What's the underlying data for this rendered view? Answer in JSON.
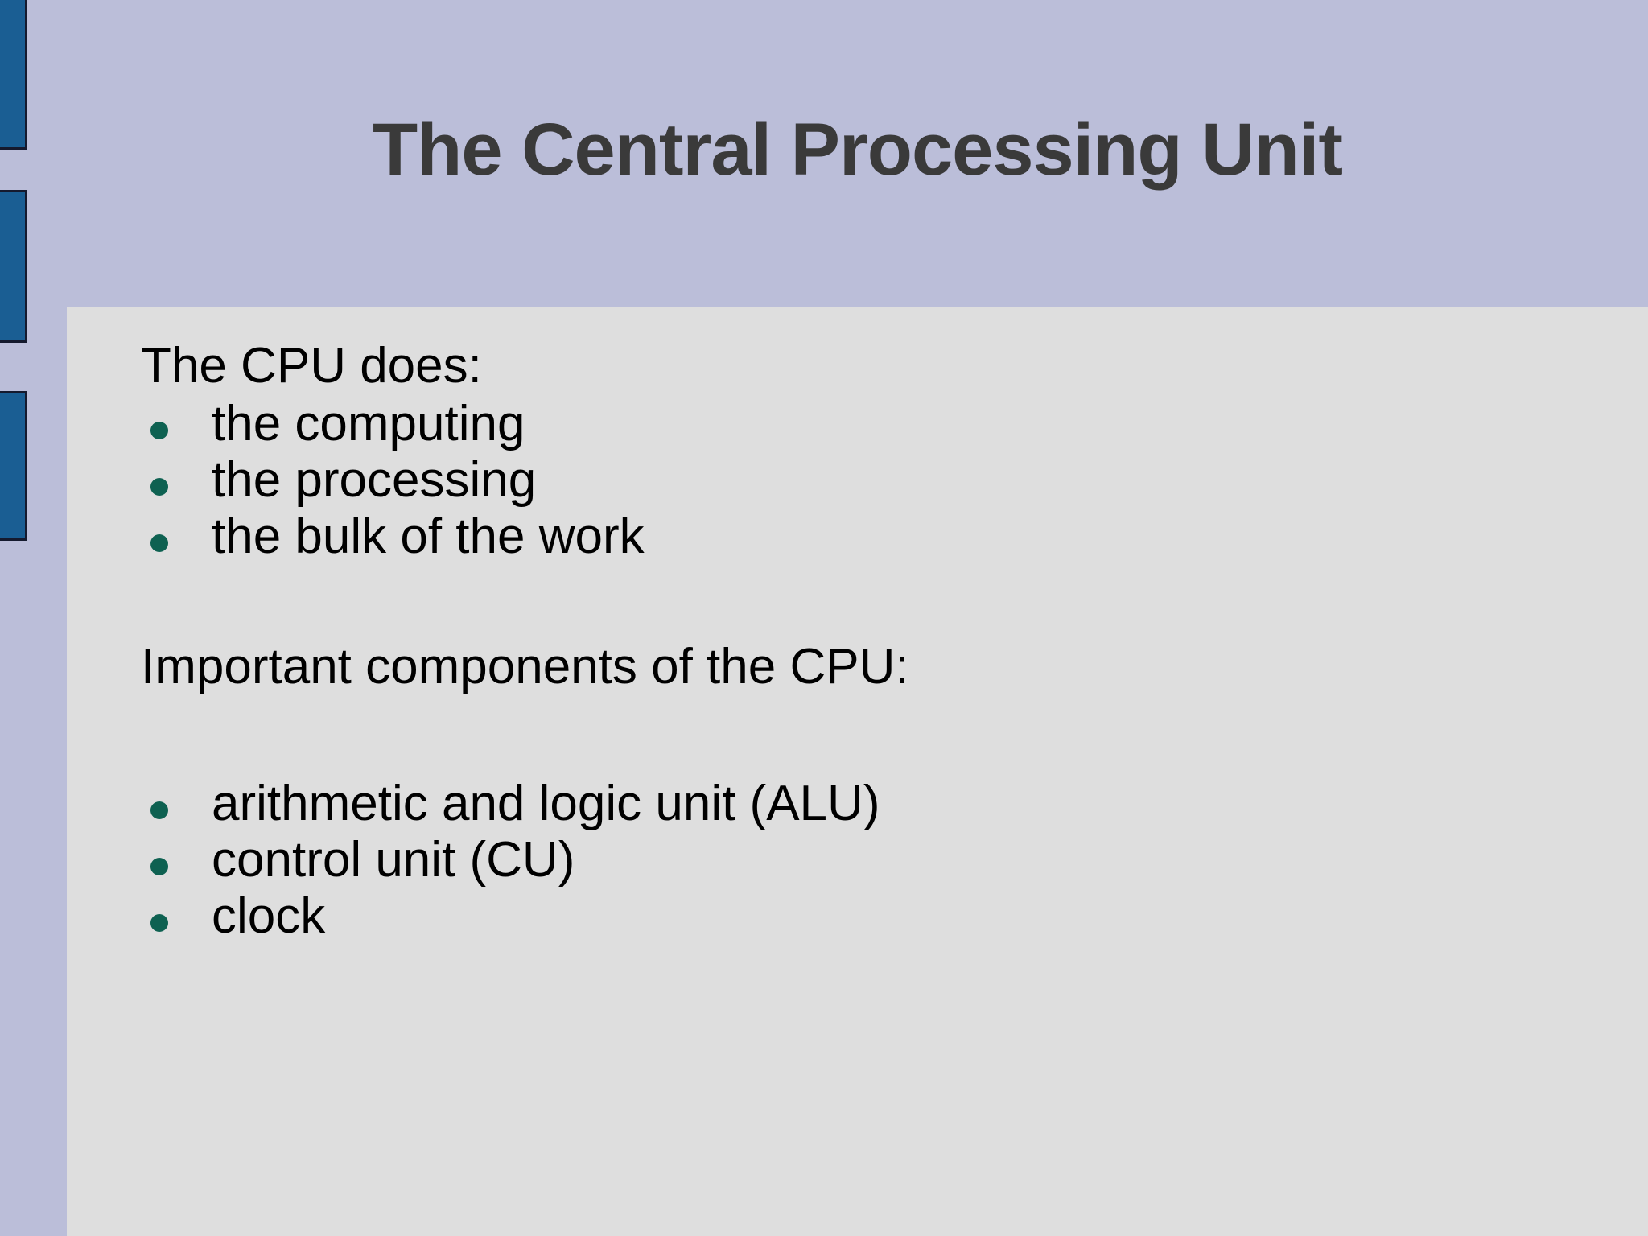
{
  "slide": {
    "title": "The Central Processing Unit",
    "theme": {
      "header_background": "#bbbed9",
      "content_background": "#dedede",
      "title_color": "#3a3a3a",
      "body_text_color": "#000000",
      "bullet_color": "#0e6151",
      "accent_bar_fill": "#1a5e93",
      "accent_bar_border": "#151a2e"
    },
    "decoration": {
      "bar_1_name": "accent-bar-1",
      "bar_2_name": "accent-bar-2",
      "bar_3_name": "accent-bar-3"
    },
    "body": {
      "lead_1": "The CPU does:",
      "list_1": [
        "the computing",
        "the processing",
        "the bulk of the work"
      ],
      "lead_2": "Important components of the CPU:",
      "list_2": [
        "arithmetic and logic unit (ALU)",
        "control unit (CU)",
        "clock"
      ]
    }
  }
}
